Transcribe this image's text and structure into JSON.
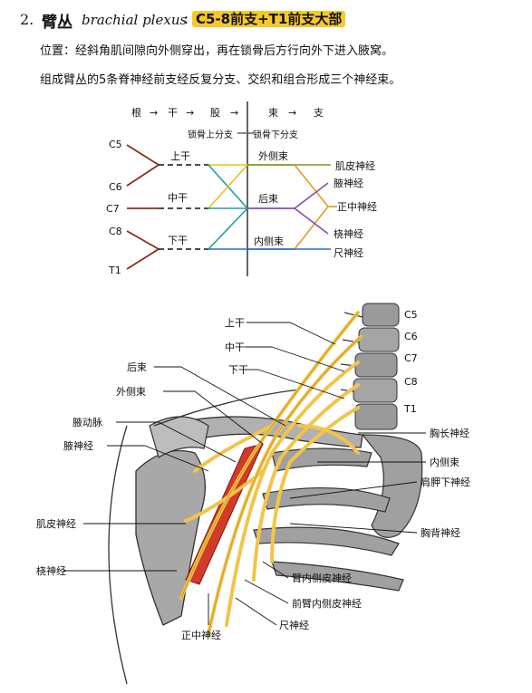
{
  "header": {
    "number": "2.",
    "title_cn": "臂丛",
    "title_en": "brachial plexus",
    "separator": ":",
    "highlight": "C5-8前支+T1前支大部"
  },
  "notes": {
    "line1": "位置：经斜角肌间隙向外侧穿出，再在锁骨后方行向外下进入腋窝。",
    "line2": "组成臂丛的5条脊神经前支经反复分支、交织和组合形成三个神经束。"
  },
  "schematic": {
    "flow": [
      "根",
      "干",
      "股",
      "束",
      "支"
    ],
    "arrow": "→",
    "top_branch_left": "锁骨上分支",
    "top_branch_right": "锁骨下分支",
    "roots": [
      "C5",
      "C6",
      "C7",
      "C8",
      "T1"
    ],
    "trunks": [
      "上干",
      "中干",
      "下干"
    ],
    "cords": [
      "外侧束",
      "后束",
      "内侧束"
    ],
    "branches": [
      "肌皮神经",
      "腋神经",
      "正中神经",
      "桡神经",
      "尺神经"
    ],
    "colors": {
      "lateral": "#7a9a2a",
      "posterior": "#8a4bb0",
      "medial": "#2b6cc4",
      "teal": "#1aa39a",
      "yellow": "#e8c11e",
      "ink": "#8b2d1a"
    }
  },
  "anatomy": {
    "vertebrae": [
      "C5",
      "C6",
      "C7",
      "C8",
      "T1"
    ],
    "left_labels": [
      "上干",
      "中干",
      "下干",
      "后束",
      "外侧束",
      "腋动脉",
      "腋神经",
      "肌皮神经",
      "桡神经"
    ],
    "right_labels": [
      "胸长神经",
      "内侧束",
      "肩胛下神经",
      "胸背神经"
    ],
    "bottom_labels": [
      "臂内侧皮神经",
      "前臂内侧皮神经",
      "尺神经",
      "正中神经"
    ]
  }
}
